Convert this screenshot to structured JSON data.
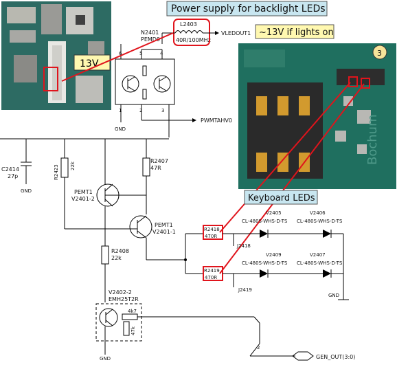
{
  "title": "Power supply for backlight LEDs",
  "callout_13v_if_on": "~13V if lights on",
  "callout_keyboard": "Keyboard LEDs",
  "photo_left_label": "13V",
  "photo_right_marker": "3",
  "photo_right_watermark": "Bochum",
  "components": {
    "n2401_ref": "N2401",
    "n2401_part": "PEMD9",
    "l2403_ref": "L2403",
    "l2403_value": "40R/100MHz",
    "vledout": "VLEDOUT1",
    "pwm": "PWMTAHV0",
    "c2414_ref": "C2414",
    "c2414_value": "27p",
    "r2423_ref": "R2423",
    "r2423_value": "22k",
    "r2407_ref": "R2407",
    "r2407_value": "47R",
    "pemt1_a_ref": "PEMT1",
    "pemt1_a_part": "V2401-2",
    "pemt1_b_ref": "PEMT1",
    "pemt1_b_part": "V2401-1",
    "r2408_ref": "R2408",
    "r2408_value": "22k",
    "v2402_ref": "V2402-2",
    "v2402_part": "EMH25T2R",
    "r_4k7": "4k7",
    "r_47k": "47k",
    "r2418_ref": "R2418",
    "r2418_value": "470R",
    "r2419_ref": "R2419",
    "r2419_value": "470R",
    "j2418": "J2418",
    "j2419": "J2419",
    "v2405_ref": "V2405",
    "v2405_part": "CL-480S-WHS-D-TS",
    "v2406_ref": "V2406",
    "v2406_part": "CL-480S-WHS-D-TS",
    "v2409_ref": "V2409",
    "v2409_part": "CL-480S-WHS-D-TS",
    "v2407_ref": "V2407",
    "v2407_part": "CL-480S-WHS-D-TS",
    "gnd": "GND",
    "gen_out": "GEN_OUT(3:0)",
    "bus_index": "2",
    "pin_6": "6",
    "pin_5": "5",
    "pin_4": "4",
    "pin_1": "1",
    "pin_2": "2",
    "pin_3": "3"
  },
  "colors": {
    "callout_bg": "#fff8b0",
    "title_bg": "#c8e6f0",
    "highlight": "#e0141c",
    "pcb_green": "#1f6f5f"
  }
}
